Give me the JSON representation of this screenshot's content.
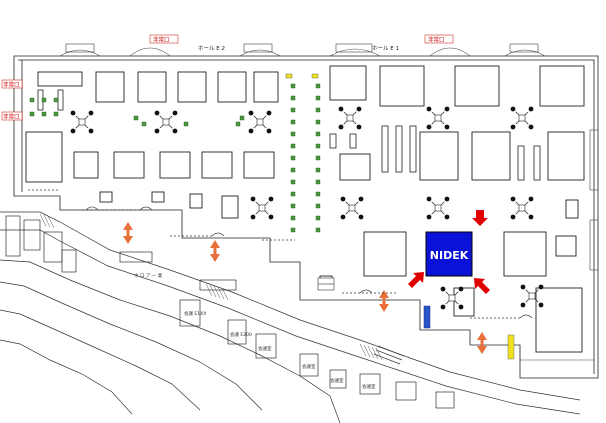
{
  "map": {
    "exits": [
      "非常口",
      "非常口",
      "非常口",
      "非常口"
    ],
    "hall_labels": [
      "ホール E 2",
      "ホール E 1"
    ],
    "featured_booth": {
      "label": "NIDEK",
      "fill": "#0a12d8",
      "text_color": "#ffffff"
    },
    "pointer_color": "#e00000",
    "arrow_color": "#e8703a",
    "line_color": "#222222",
    "exit_text_color": "#cc0000",
    "walkway_label": "ホ ロ ア 一 業",
    "rooms": [
      "会議 E1XX",
      "会議 E200",
      "会議室",
      "会議室",
      "会議室",
      "会議室"
    ],
    "icon_names": [
      "pillar-icon",
      "exit-door-icon",
      "double-arrow-icon",
      "pointer-arrow-icon"
    ]
  }
}
